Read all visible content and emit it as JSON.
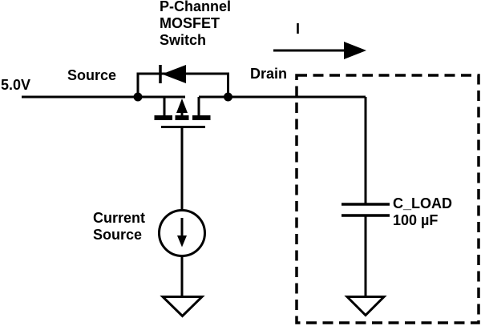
{
  "colors": {
    "ink": "#000000",
    "background": "#ffffff"
  },
  "schematic": {
    "supply_label": "5.0V",
    "source_label": "Source",
    "drain_label": "Drain",
    "mosfet_caption": [
      "P-Channel",
      "MOSFET",
      "Switch"
    ],
    "current_arrow_label": "I",
    "current_source_caption": [
      "Current",
      "Source"
    ],
    "load_name": "C_LOAD",
    "load_value": "100 µF"
  }
}
